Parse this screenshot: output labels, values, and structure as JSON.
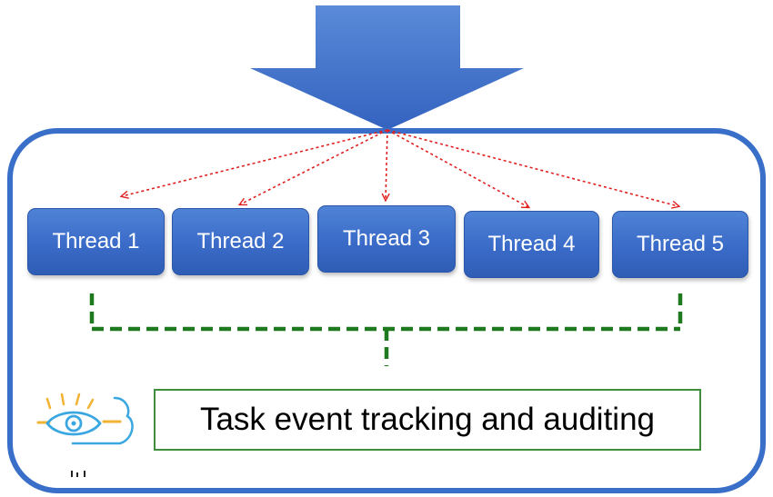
{
  "diagram": {
    "threads": [
      {
        "label": "Thread 1"
      },
      {
        "label": "Thread 2"
      },
      {
        "label": "Thread 3"
      },
      {
        "label": "Thread 4"
      },
      {
        "label": "Thread 5"
      }
    ],
    "audit_label": "Task event tracking and auditing",
    "icon": "eye-monitoring-icon",
    "colors": {
      "container_border": "#3a6fc9",
      "thread_fill": "#3a6bc8",
      "dispatch_arrows": "#e02020",
      "join_lines": "#1f7a1f",
      "audit_border": "#3e8e3e",
      "big_arrow": "#3f6fc8"
    }
  }
}
